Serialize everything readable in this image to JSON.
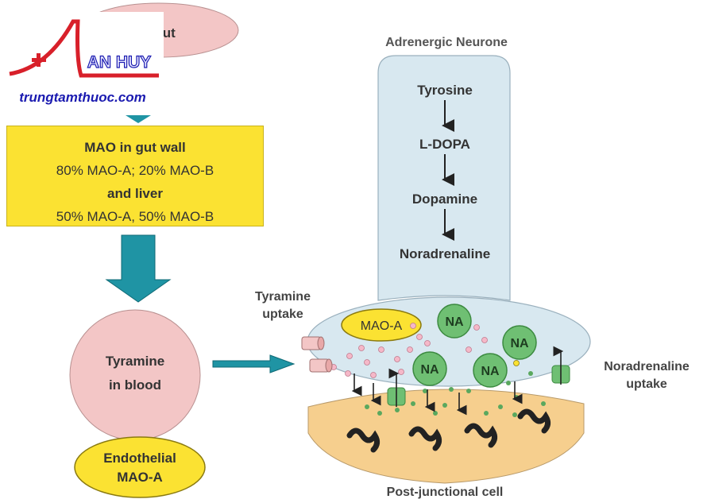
{
  "top_oval_text": "n gut",
  "logo": {
    "brand": "AN HUY",
    "site": "trungtamthuoc.com"
  },
  "mao_box": {
    "line1": "MAO in gut wall",
    "line2": "80% MAO-A; 20% MAO-B",
    "line3": "and liver",
    "line4": "50% MAO-A, 50% MAO-B"
  },
  "tyramine_blood": {
    "line1": "Tyramine",
    "line2": "in blood"
  },
  "endothelial": {
    "line1": "Endothelial",
    "line2": "MAO-A"
  },
  "neurone": {
    "title": "Adrenergic Neurone",
    "steps": [
      "Tyrosine",
      "L-DOPA",
      "Dopamine",
      "Noradrenaline"
    ]
  },
  "terminal": {
    "mao_label": "MAO-A",
    "vesicle_label": "NA",
    "tyramine_uptake": {
      "line1": "Tyramine",
      "line2": "uptake"
    },
    "noradrenaline_uptake": {
      "line1": "Noradrenaline",
      "line2": "uptake"
    }
  },
  "postjunctional_label": "Post-junctional cell",
  "colors": {
    "pink_oval": "#f3c6c6",
    "yellow_box": "#fbe232",
    "teal_arrow": "#1f94a4",
    "neurone_fill": "#d8e8f0",
    "vesicle_green": "#6fbf73",
    "postjunctional_fill": "#f6cf8e"
  }
}
